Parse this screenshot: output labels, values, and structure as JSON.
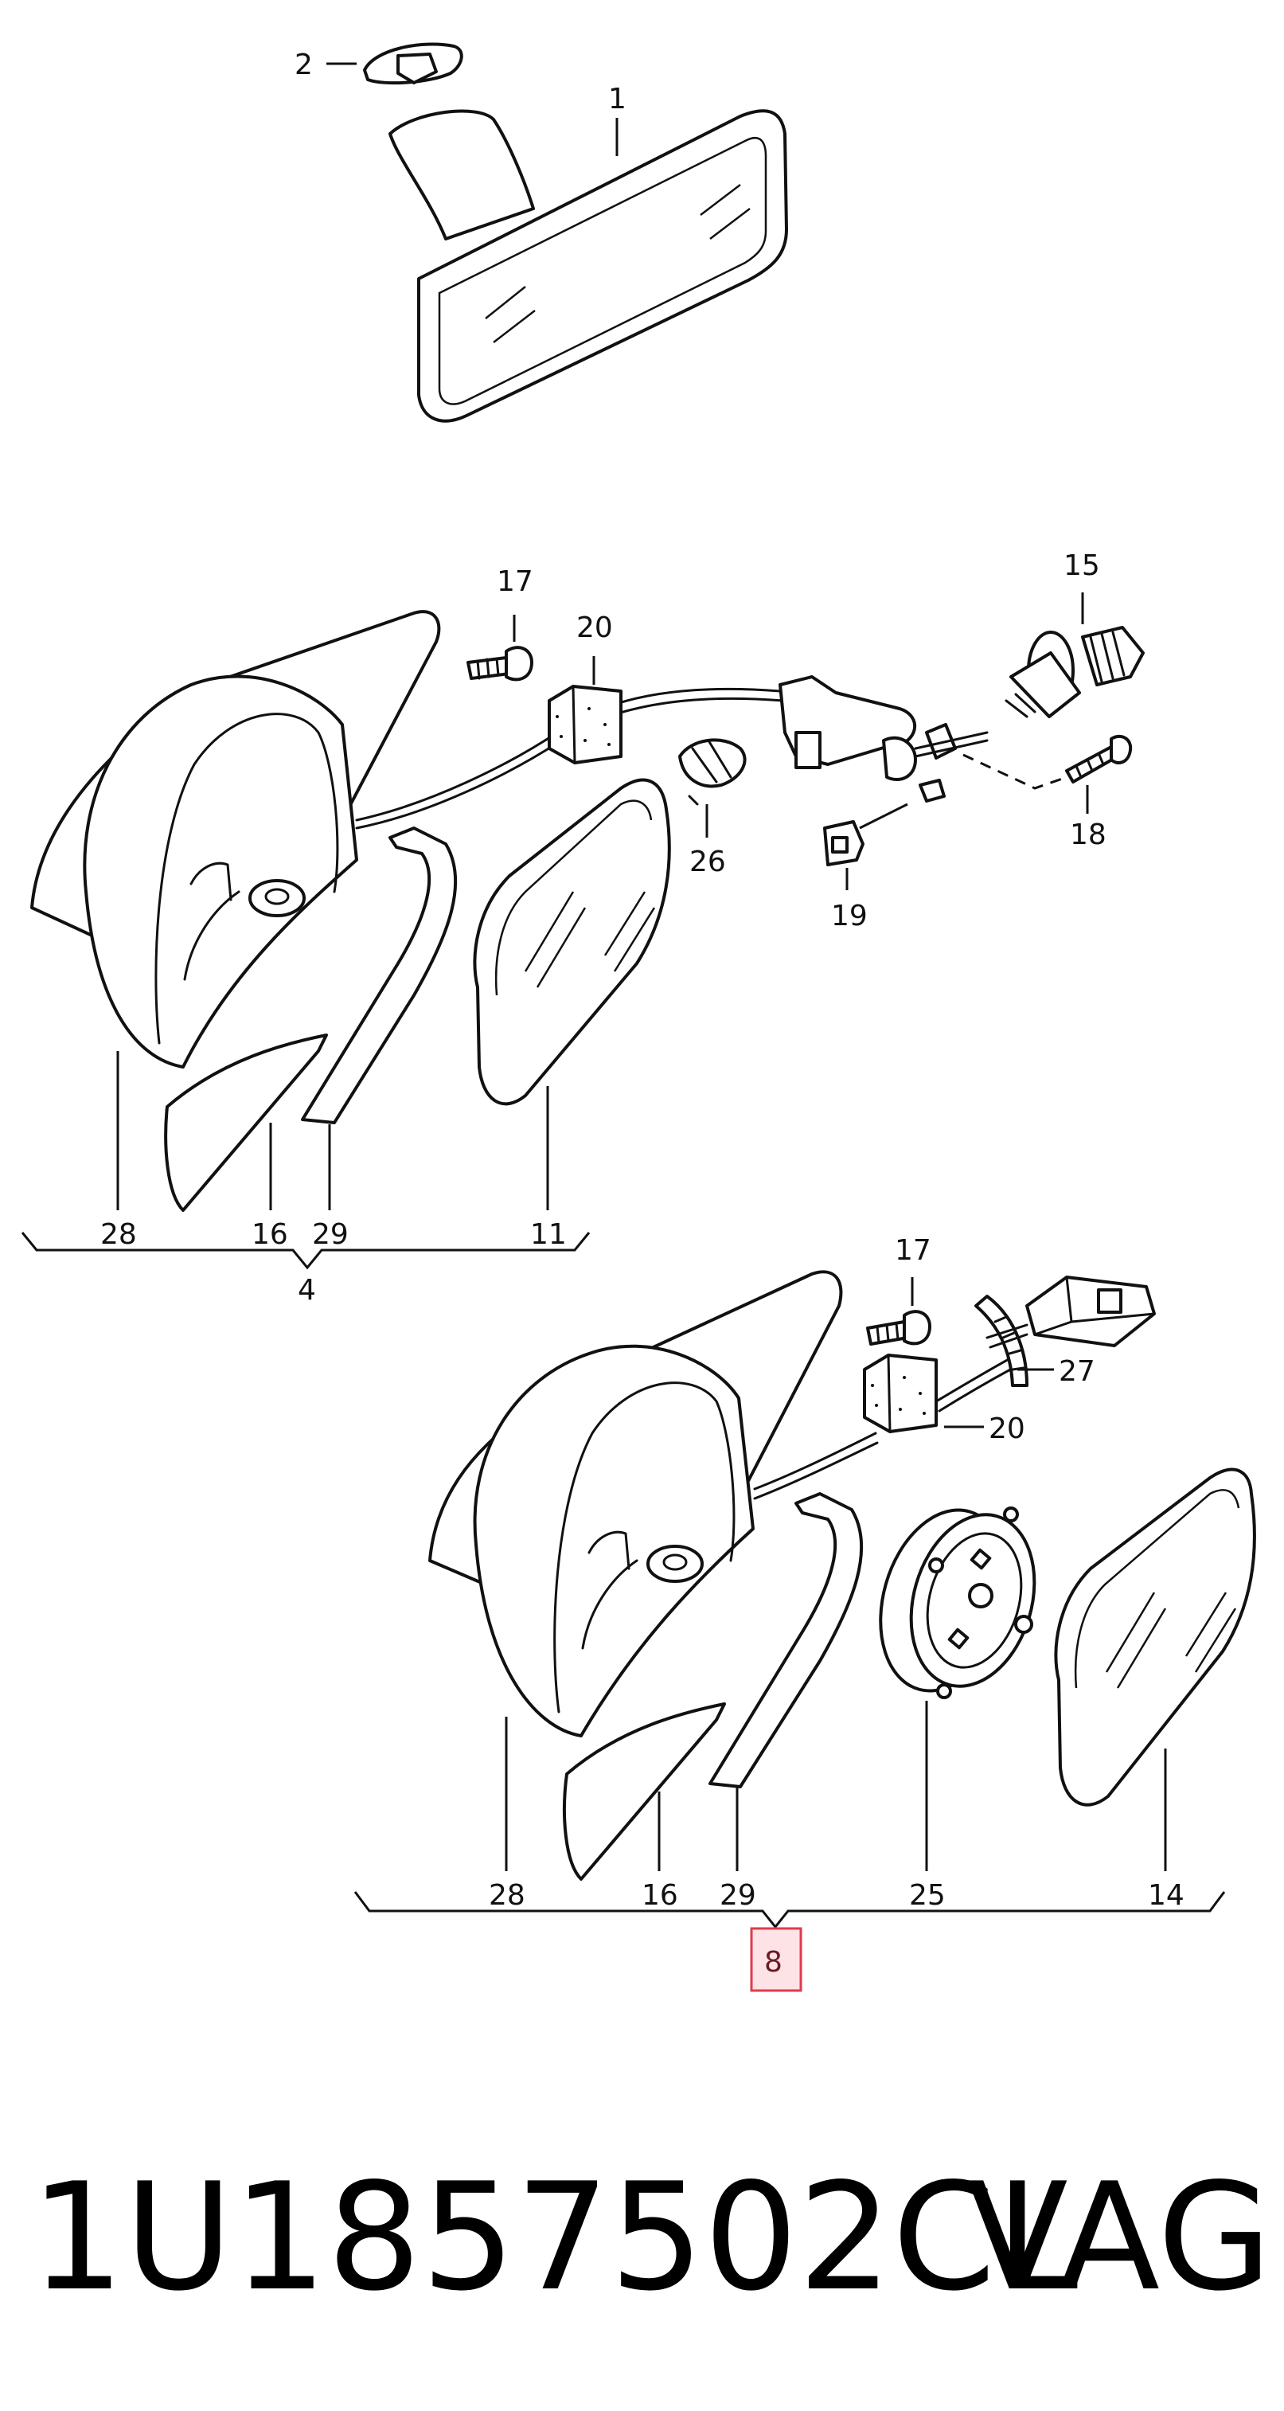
{
  "callouts": {
    "c1": "1",
    "c2": "2",
    "c15": "15",
    "c17a": "17",
    "c20a": "20",
    "c26": "26",
    "c18": "18",
    "c19": "19",
    "c28a": "28",
    "c16a": "16",
    "c29a": "29",
    "c11": "11",
    "c4": "4",
    "c17b": "17",
    "c27": "27",
    "c20b": "20",
    "c28b": "28",
    "c16b": "16",
    "c29b": "29",
    "c25": "25",
    "c14": "14",
    "c8": "8"
  },
  "highlighted_callout": "8",
  "colors": {
    "highlight_fill": "#fde2e6",
    "highlight_border": "#e03a4e",
    "ink": "#111111"
  },
  "footer": {
    "part_number": "1U1857502CL",
    "brand": "VAG"
  }
}
